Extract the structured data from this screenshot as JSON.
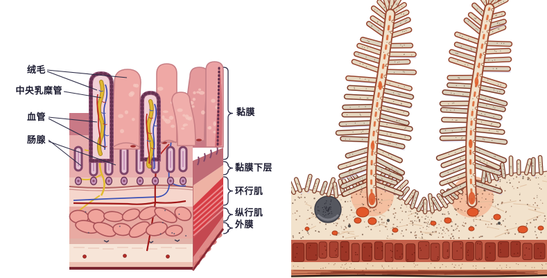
{
  "figure": {
    "left_labels": [
      {
        "id": "villi",
        "text": "绒毛"
      },
      {
        "id": "central-lacteal",
        "text": "中央乳糜管"
      },
      {
        "id": "blood-vessel",
        "text": "血管"
      },
      {
        "id": "intestinal-gland",
        "text": "肠腺"
      }
    ],
    "layer_labels": [
      {
        "id": "mucosa",
        "text": "黏膜"
      },
      {
        "id": "submucosa",
        "text": "黏膜下层"
      },
      {
        "id": "circular-muscle",
        "text": "环行肌"
      },
      {
        "id": "longitudinal-muscle",
        "text": "纵行肌"
      },
      {
        "id": "serosa",
        "text": "外膜"
      }
    ],
    "colors": {
      "villus_pink": "#efa8a5",
      "cut_villus_border": "#96587a",
      "lacteal_yellow": "#e0b832",
      "artery_red": "#b52020",
      "vein_blue": "#3a50b5",
      "muscle_red": "#d63c44",
      "histology_cream": "#f2e2cc",
      "histology_outline": "#7c3a28",
      "vessel_orange": "#e2572a",
      "nodule_gray": "#55575f",
      "label_text": "#1b1b30"
    }
  }
}
